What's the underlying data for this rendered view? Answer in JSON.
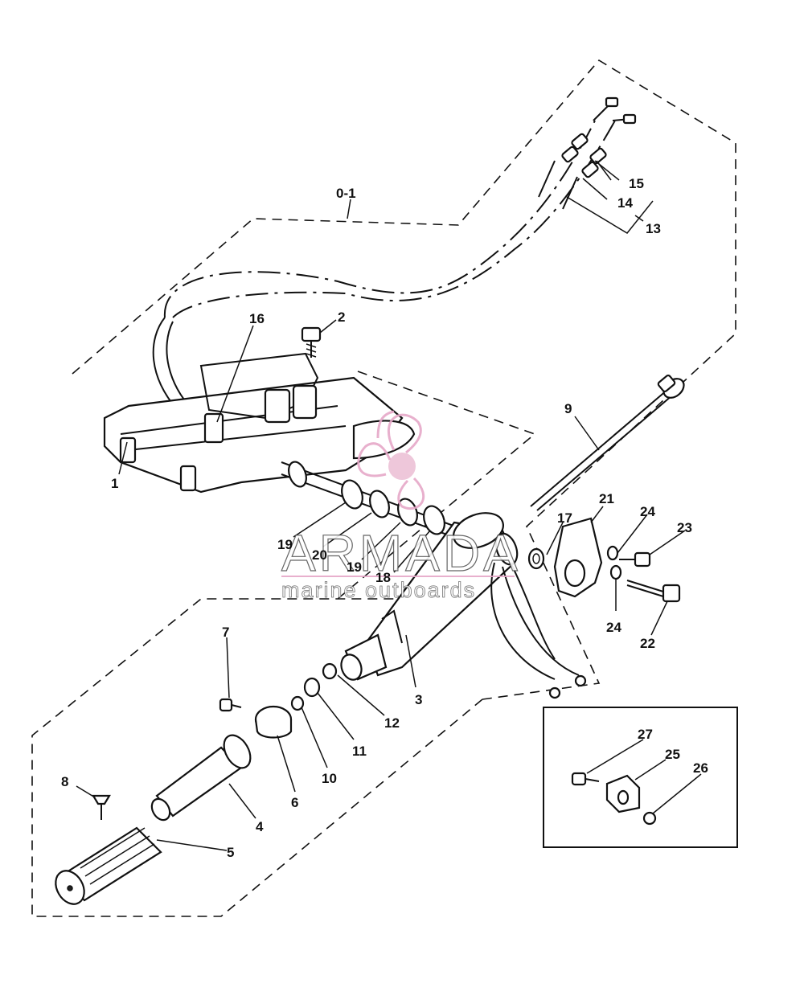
{
  "diagram": {
    "group_label": "0-1",
    "callouts": [
      "1",
      "2",
      "3",
      "4",
      "5",
      "6",
      "7",
      "8",
      "9",
      "10",
      "11",
      "12",
      "13",
      "14",
      "15",
      "16",
      "17",
      "18",
      "19",
      "19",
      "20",
      "21",
      "22",
      "23",
      "24",
      "24",
      "25",
      "26",
      "27"
    ]
  },
  "watermark": {
    "brand": "ARMADA",
    "tagline": "marine outboards",
    "color": "#e6a8c8"
  }
}
